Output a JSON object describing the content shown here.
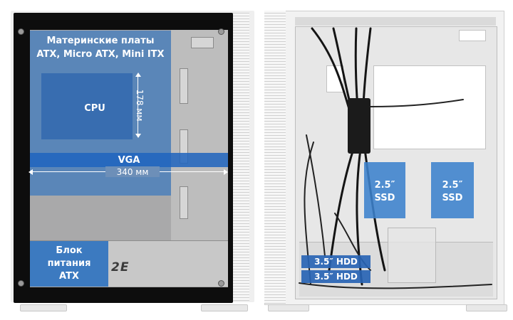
{
  "left_view": {
    "motherboard_label_line1": "Материнские платы",
    "motherboard_label_line2": "ATX, Micro ATX, Mini ITX",
    "cpu_label": "CPU",
    "cpu_cooler_height": "178 мм",
    "vga_label": "VGA",
    "vga_length": "340 мм",
    "psu_label_line1": "Блок",
    "psu_label_line2": "питания",
    "psu_label_line3": "ATX",
    "brand_logo": "2E"
  },
  "right_view": {
    "ssd_left_line1": "2.5″",
    "ssd_left_line2": "SSD",
    "ssd_right_line1": "2.5″",
    "ssd_right_line2": "SSD",
    "hdd_top": "3.5″ HDD",
    "hdd_bottom": "3.5″ HDD"
  },
  "colors": {
    "overlay_blue": "#3c78be",
    "label_text": "#ffffff",
    "case_white": "#f2f2f2",
    "glass_black": "#0d0d0d"
  }
}
